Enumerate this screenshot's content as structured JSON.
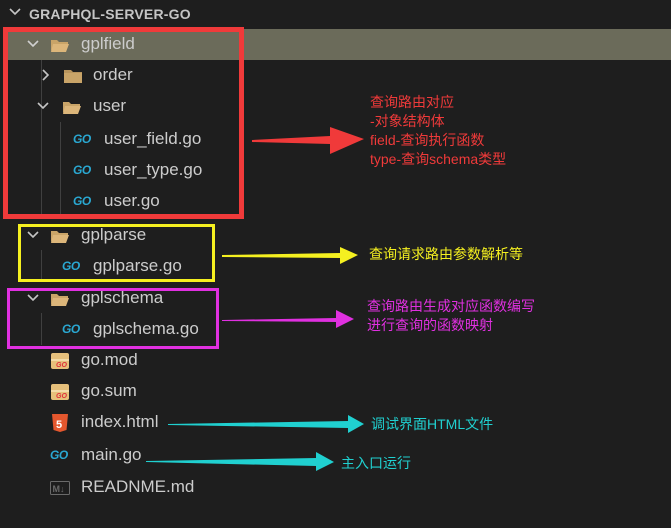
{
  "explorer": {
    "title": "GRAPHQL-SERVER-GO",
    "items": [
      {
        "name": "gplfield",
        "type": "folder",
        "expanded": true
      },
      {
        "name": "order",
        "type": "folder",
        "expanded": false
      },
      {
        "name": "user",
        "type": "folder",
        "expanded": true
      },
      {
        "name": "user_field.go",
        "type": "go"
      },
      {
        "name": "user_type.go",
        "type": "go"
      },
      {
        "name": "user.go",
        "type": "go"
      },
      {
        "name": "gplparse",
        "type": "folder",
        "expanded": true
      },
      {
        "name": "gplparse.go",
        "type": "go"
      },
      {
        "name": "gplschema",
        "type": "folder",
        "expanded": true
      },
      {
        "name": "gplschema.go",
        "type": "go"
      },
      {
        "name": "go.mod",
        "type": "gomod"
      },
      {
        "name": "go.sum",
        "type": "gomod"
      },
      {
        "name": "index.html",
        "type": "html"
      },
      {
        "name": "main.go",
        "type": "go"
      },
      {
        "name": "READNME.md",
        "type": "markdown"
      }
    ],
    "go_icon_text": "GO",
    "html_icon_text": "5",
    "md_icon_text": "M↓"
  },
  "annotations": {
    "gplfield": {
      "color": "#f03a3a",
      "lines": [
        "查询路由对应",
        "-对象结构体",
        "field-查询执行函数",
        "type-查询schema类型"
      ]
    },
    "gplparse": {
      "color": "#f5f020",
      "lines": [
        "查询请求路由参数解析等"
      ]
    },
    "gplschema": {
      "color": "#e030e0",
      "lines": [
        "查询路由生成对应函数编写",
        "进行查询的函数映射"
      ]
    },
    "index_html": {
      "color": "#20d0d0",
      "lines": [
        "调试界面HTML文件"
      ]
    },
    "main_go": {
      "color": "#20d0d0",
      "lines": [
        "主入口运行"
      ]
    }
  },
  "colors": {
    "background": "#1e1e1e",
    "selected_row": "#6b6b5a",
    "folder": "#dcb67a",
    "go_icon": "#2aa8d2",
    "red": "#f03a3a",
    "yellow": "#f5f020",
    "magenta": "#e030e0",
    "cyan": "#20d0d0"
  }
}
